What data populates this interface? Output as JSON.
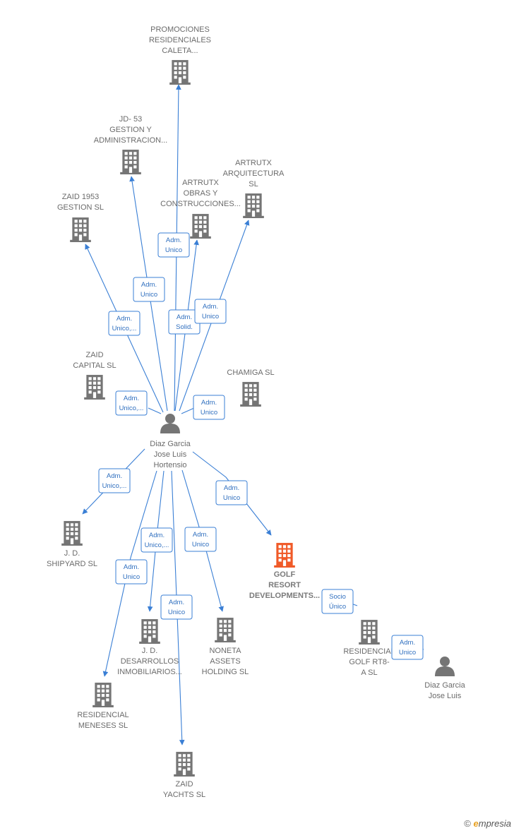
{
  "colors": {
    "edge": "#3a7fd5",
    "building": "#757575",
    "highlight": "#f05a28",
    "person": "#757575"
  },
  "nodes": [
    {
      "id": "promociones",
      "type": "company",
      "label": [
        "PROMOCIONES",
        "RESIDENCIALES",
        "CALETA..."
      ]
    },
    {
      "id": "jd53",
      "type": "company",
      "label": [
        "JD- 53",
        "GESTION Y",
        "ADMINISTRACION..."
      ]
    },
    {
      "id": "artrutx_arq",
      "type": "company",
      "label": [
        "ARTRUTX",
        "ARQUITECTURA",
        "SL"
      ]
    },
    {
      "id": "artrutx_obras",
      "type": "company",
      "label": [
        "ARTRUTX",
        "OBRAS Y",
        "CONSTRUCCIONES..."
      ]
    },
    {
      "id": "zaid1953",
      "type": "company",
      "label": [
        "ZAID 1953",
        "GESTION  SL"
      ]
    },
    {
      "id": "zaidcapital",
      "type": "company",
      "label": [
        "ZAID",
        "CAPITAL  SL"
      ]
    },
    {
      "id": "chamiga",
      "type": "company",
      "label": [
        "CHAMIGA SL"
      ]
    },
    {
      "id": "diaz_hortensio",
      "type": "person",
      "label": [
        "Diaz Garcia",
        "Jose Luis",
        "Hortensio"
      ]
    },
    {
      "id": "jdshipyard",
      "type": "company",
      "label": [
        "J. D.",
        "SHIPYARD  SL"
      ]
    },
    {
      "id": "golf",
      "type": "company",
      "highlight": true,
      "label": [
        "GOLF",
        "RESORT",
        "DEVELOPMENTS..."
      ]
    },
    {
      "id": "jddesarrollos",
      "type": "company",
      "label": [
        "J.  D.",
        "DESARROLLOS",
        "INMOBILIARIOS..."
      ]
    },
    {
      "id": "noneta",
      "type": "company",
      "label": [
        "NONETA",
        "ASSETS",
        "HOLDING  SL"
      ]
    },
    {
      "id": "meneses",
      "type": "company",
      "label": [
        "RESIDENCIAL",
        "MENESES SL"
      ]
    },
    {
      "id": "zaidyachts",
      "type": "company",
      "label": [
        "ZAID",
        "YACHTS  SL"
      ]
    },
    {
      "id": "rt8",
      "type": "company",
      "label": [
        "RESIDENCIAL",
        "GOLF RT8-",
        "A SL"
      ]
    },
    {
      "id": "diaz_jl",
      "type": "person",
      "label": [
        "Diaz Garcia",
        "Jose Luis"
      ]
    }
  ],
  "edges": [
    {
      "id": "e-promociones",
      "label": [
        "Adm.",
        "Unico"
      ]
    },
    {
      "id": "e-jd53",
      "label": [
        "Adm.",
        "Unico"
      ]
    },
    {
      "id": "e-zaid1953",
      "label": [
        "Adm.",
        "Unico,..."
      ]
    },
    {
      "id": "e-artrutx-obras",
      "label": [
        "Adm.",
        "Solid."
      ]
    },
    {
      "id": "e-artrutx-arq",
      "label": [
        "Adm.",
        "Unico"
      ]
    },
    {
      "id": "e-zaidcapital",
      "label": [
        "Adm.",
        "Unico,..."
      ]
    },
    {
      "id": "e-chamiga",
      "label": [
        "Adm.",
        "Unico"
      ]
    },
    {
      "id": "e-jdshipyard",
      "label": [
        "Adm.",
        "Unico,..."
      ]
    },
    {
      "id": "e-golf",
      "label": [
        "Adm.",
        "Unico"
      ]
    },
    {
      "id": "e-jddesarrollos",
      "label": [
        "Adm.",
        "Unico,..."
      ]
    },
    {
      "id": "e-noneta",
      "label": [
        "Adm.",
        "Unico"
      ]
    },
    {
      "id": "e-meneses",
      "label": [
        "Adm.",
        "Unico"
      ]
    },
    {
      "id": "e-zaidyachts",
      "label": [
        "Adm.",
        "Unico"
      ]
    },
    {
      "id": "e-rt8",
      "label": [
        "Socio",
        "Único"
      ]
    },
    {
      "id": "e-diazjl",
      "label": [
        "Adm.",
        "Unico"
      ]
    }
  ],
  "brand": {
    "copyright": "©",
    "e": "e",
    "name": "mpresia"
  }
}
